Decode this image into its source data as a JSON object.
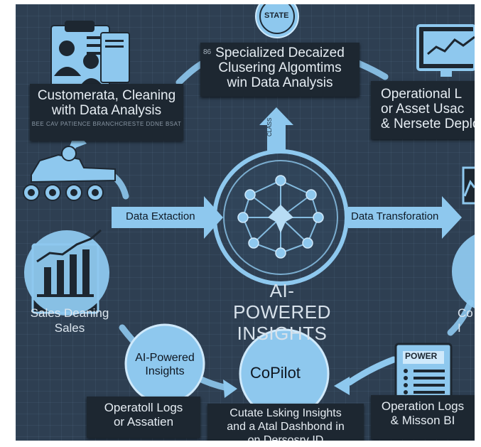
{
  "top_left_box": {
    "title": "Customerata, Cleaning\nwith Data Analysis",
    "subtitle": "BEE CAV PATIENCE BRANCHCRESTE DDNE BSAT"
  },
  "top_center_box": {
    "title": "Specialized Decaized\nClusering Algomtims\nwin Data Analysis",
    "prefix": "86"
  },
  "top_right_box": {
    "title": "Operational L\nor Asset Usac\n& Nersete Deplo"
  },
  "state_badge": "STATE",
  "vertical_arrow_label": "CLASS",
  "left_arrow_label": "Data Extaction",
  "right_arrow_label": "Data Transforation",
  "center_title": "AI-POWERED\nINSIGHTS",
  "left_mid_label": "Sales Deaning\nSales",
  "right_mid_label": "Co\nI",
  "ai_node_label": "AI-Powered\nInsights",
  "copilot_label": "CoPilot",
  "bottom_left_box": {
    "title": "Operatoll Logs\nor Assatien"
  },
  "bottom_center_box": {
    "title": "Cutate Lsking Insights\nand a Atal Dashbond in\non Dersosry ID"
  },
  "bottom_right_box": {
    "title": "Operation Logs\n& Misson BI"
  },
  "power_label": "POWER",
  "colors": {
    "background": "#2e3f52",
    "accent": "#8ec8ee",
    "box": "#1d2731",
    "text": "#dde6ee"
  },
  "icons": [
    "clipboard-people-icon",
    "monitor-chart-icon",
    "vehicles-icon",
    "bar-chart-icon",
    "network-hub-icon",
    "document-icon",
    "lightning-icon"
  ]
}
